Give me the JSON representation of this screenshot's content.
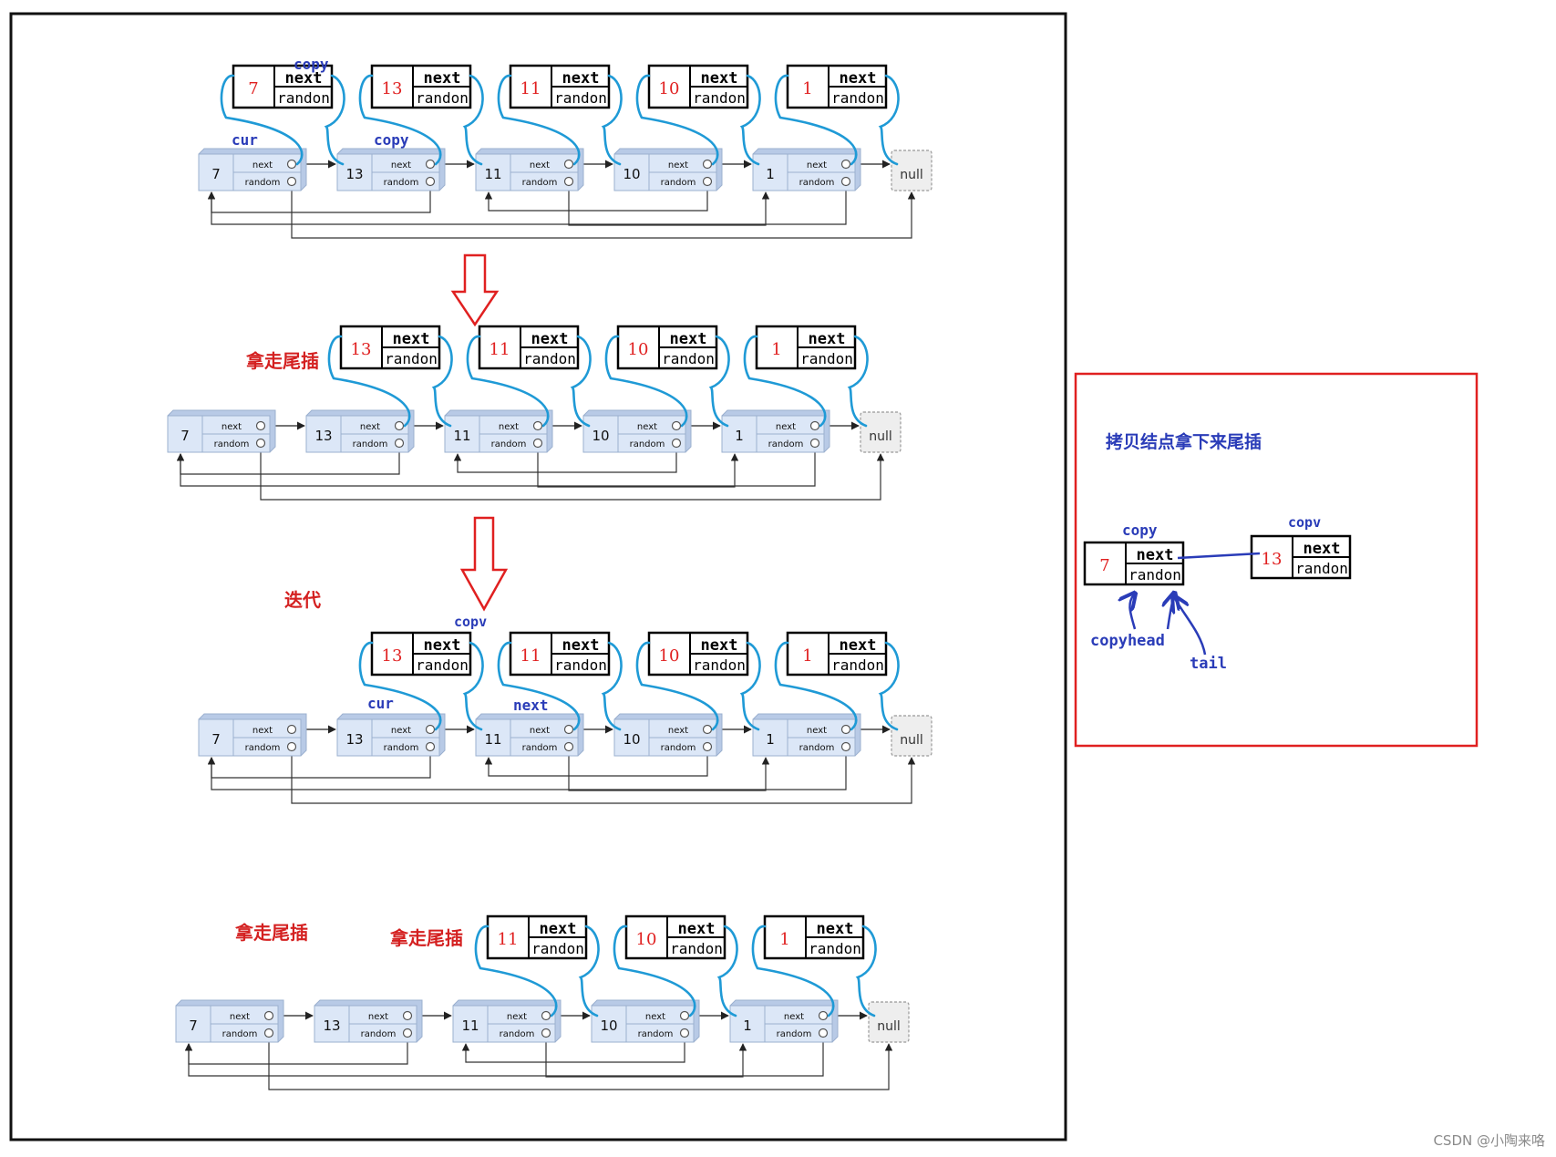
{
  "colors": {
    "node_fill": "#dce7f7",
    "node_side": "#b8cae6",
    "node_border": "#9bb0cf",
    "copy_label": "#e02020",
    "annotation_blue": "#2a3cb8",
    "annotation_red": "#d42020",
    "link_curve": "#1f9ad6",
    "frame": "#111111",
    "panel_frame": "#e02020",
    "arrow_red": "#e02020"
  },
  "labels": {
    "copy": "copy",
    "copy_cropped": "copv",
    "cur": "cur",
    "next": "next",
    "random": "random",
    "random_cropped": "randon",
    "null": "null",
    "take_tail_insert": "拿走尾插",
    "iterate": "迭代",
    "copyhead": "copyhead",
    "tail": "tail"
  },
  "stages": [
    {
      "original_nodes": [
        "7",
        "13",
        "11",
        "10",
        "1"
      ],
      "copy_nodes": [
        "7",
        "13",
        "11",
        "10",
        "1"
      ],
      "pointer_labels": [
        "copy",
        "cur",
        "copy"
      ]
    },
    {
      "note": "拿走尾插",
      "original_nodes": [
        "7",
        "13",
        "11",
        "10",
        "1"
      ],
      "copy_nodes": [
        "13",
        "11",
        "10",
        "1"
      ]
    },
    {
      "note": "迭代",
      "original_nodes": [
        "7",
        "13",
        "11",
        "10",
        "1"
      ],
      "copy_nodes": [
        "13",
        "11",
        "10",
        "1"
      ],
      "pointer_labels": [
        "copv",
        "cur",
        "next"
      ]
    },
    {
      "notes": [
        "拿走尾插",
        "拿走尾插"
      ],
      "original_nodes": [
        "7",
        "13",
        "11",
        "10",
        "1"
      ],
      "copy_nodes": [
        "11",
        "10",
        "1"
      ]
    }
  ],
  "side_panel": {
    "title": "拷贝结点拿下来尾插",
    "nodes": [
      "7",
      "13"
    ],
    "node_labels": [
      "copy",
      "copv"
    ],
    "pointer_labels": [
      "copyhead",
      "tail"
    ]
  },
  "watermark": "CSDN @小陶来咯"
}
